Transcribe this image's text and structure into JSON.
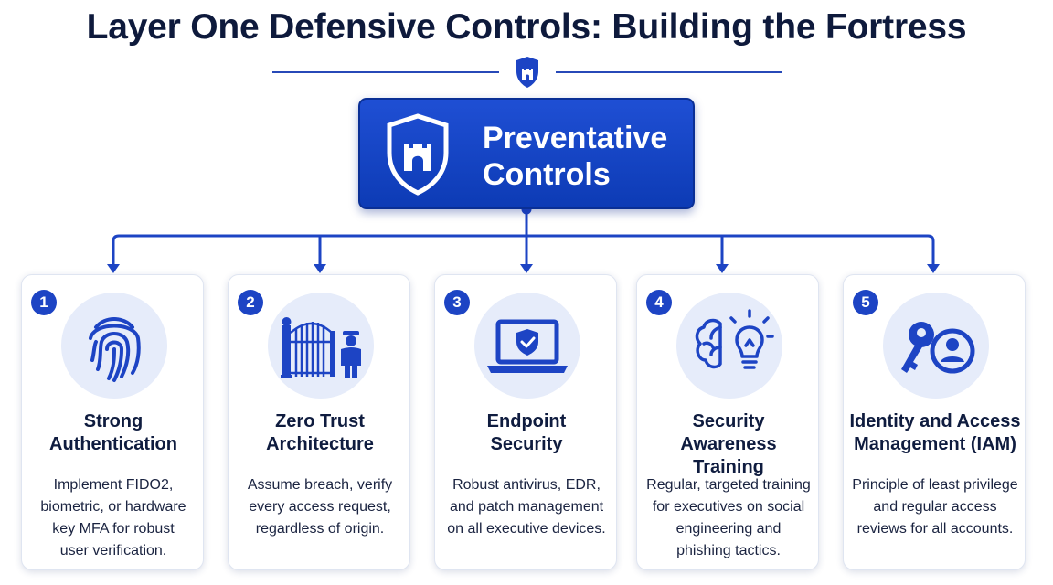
{
  "header": {
    "title": "Layer One Defensive Controls: Building the Fortress",
    "emblem_icon": "castle-shield-icon"
  },
  "hero": {
    "icon": "castle-shield-icon",
    "label_lines": [
      "Preventative",
      "Controls"
    ]
  },
  "colors": {
    "primary": "#1d44c4",
    "hero_bg": "#1547c8",
    "icon_circle": "#e6ecfa",
    "text_dark": "#0f1c3f"
  },
  "cards": [
    {
      "number": "1",
      "icon": "fingerprint-icon",
      "title_lines": [
        "Strong",
        "Authentication"
      ],
      "desc_lines": [
        "Implement FIDO2,",
        "biometric, or  hardware",
        "key MFA for robust",
        "user verification."
      ]
    },
    {
      "number": "2",
      "icon": "gate-guard-icon",
      "title_lines": [
        "Zero Trust",
        "Architecture"
      ],
      "desc_lines": [
        "Assume breach, verify",
        "every access request,",
        "regardless of origin."
      ]
    },
    {
      "number": "3",
      "icon": "laptop-shield-icon",
      "title_lines": [
        "Endpoint",
        "Security"
      ],
      "desc_lines": [
        "Robust antivirus, EDR,",
        "and patch management",
        "on all executive devices."
      ]
    },
    {
      "number": "4",
      "icon": "brain-lightbulb-icon",
      "title_lines": [
        "Security Awareness",
        "Training"
      ],
      "desc_lines": [
        "Regular, targeted training",
        "for executives on social",
        "engineering and",
        "phishing tactics."
      ]
    },
    {
      "number": "5",
      "icon": "key-user-icon",
      "title_lines": [
        "Identity and Access",
        "Management (IAM)"
      ],
      "desc_lines": [
        "Principle of least privilege",
        "and regular access",
        "reviews for all accounts."
      ]
    }
  ]
}
